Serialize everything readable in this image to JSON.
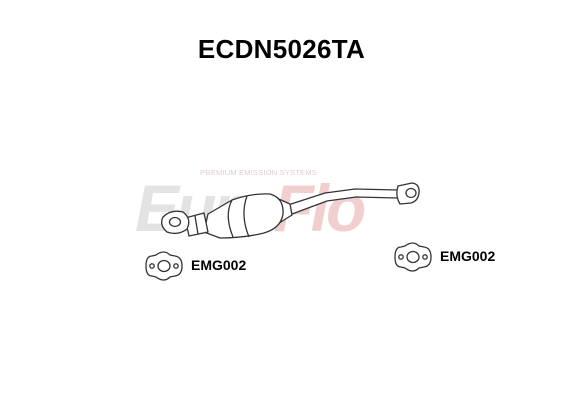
{
  "title": "ECDN5026TA",
  "watermark": {
    "tagline": "PREMIUM EMISSION SYSTEMS",
    "brand_part1": "Euro",
    "brand_part2": "Flo"
  },
  "parts": {
    "gasket_left_label": "EMG002",
    "gasket_right_label": "EMG002"
  }
}
